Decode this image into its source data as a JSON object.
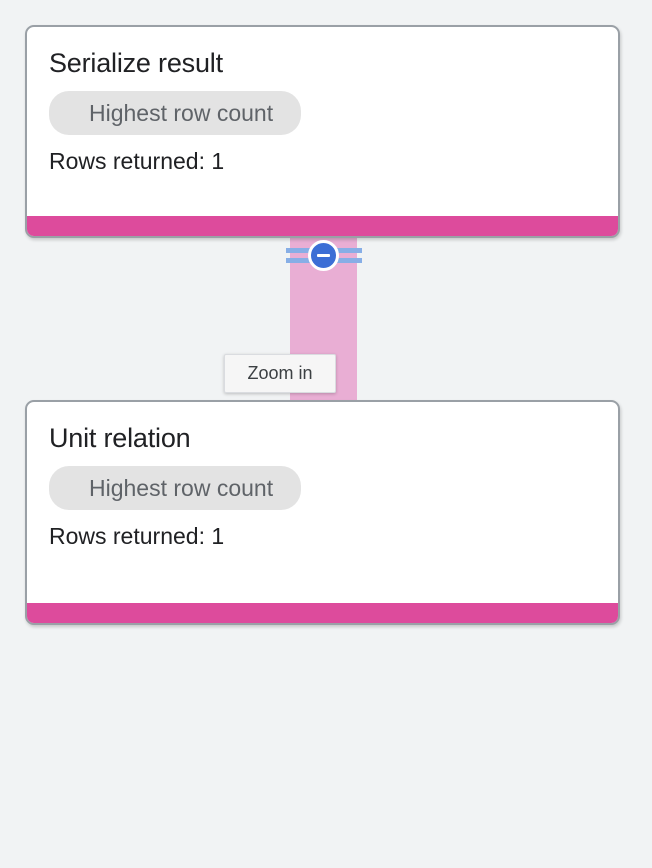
{
  "page": {
    "background_color": "#f1f3f4"
  },
  "nodes": [
    {
      "title": "Serialize result",
      "chip_label": "Highest row count",
      "meta": "Rows returned: 1",
      "accent_color": "#dd4b9c"
    },
    {
      "title": "Unit relation",
      "chip_label": "Highest row count",
      "meta": "Rows returned: 1",
      "accent_color": "#dd4b9c"
    }
  ],
  "connector": {
    "color": "#e9aed4",
    "rail_color": "#87aee6",
    "collapse_button": {
      "icon": "minus-circle-icon",
      "color": "#3c6ed5",
      "state": "expanded"
    }
  },
  "tooltip": {
    "text": "Zoom in",
    "visible": true
  }
}
